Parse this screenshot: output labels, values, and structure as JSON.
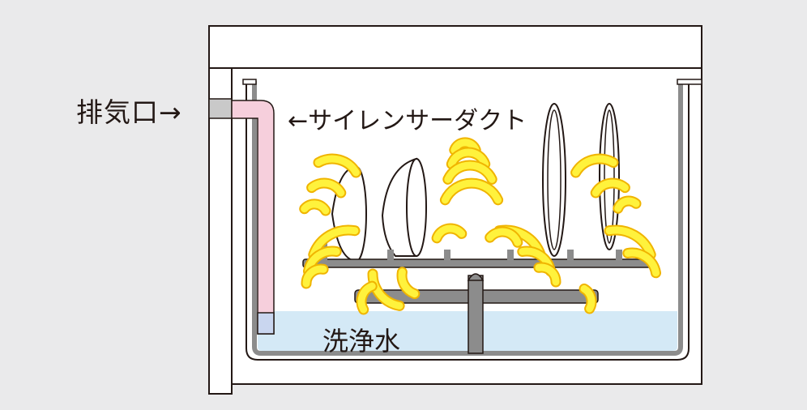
{
  "labels": {
    "exhaust_port": "排気口→",
    "silencer_duct": "←サイレンサーダクト",
    "wash_water": "洗浄水"
  },
  "colors": {
    "background": "#eaeaeb",
    "cabinet_fill": "#ffffff",
    "outline": "#231815",
    "rack_gray": "#8c8c8c",
    "duct_pink": "#f6cfdc",
    "water_blue": "#d4e9f6",
    "steam_yellow": "#fff23c",
    "steam_outline": "#f0b400",
    "dish_white": "#ffffff"
  },
  "icons": {
    "steam": "steam-arc-icon",
    "dish": "dish-icon",
    "bowl": "bowl-icon"
  }
}
